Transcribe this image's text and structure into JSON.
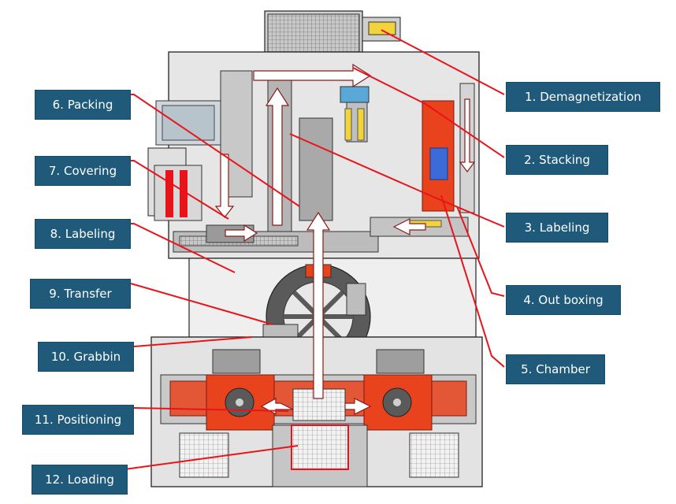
{
  "labels": {
    "demagnetization": "1.  Demagnetization",
    "stacking": "2.  Stacking",
    "labeling_right": "3.  Labeling",
    "out_boxing": "4.  Out boxing",
    "chamber": "5.  Chamber",
    "packing": "6.  Packing",
    "covering": "7.  Covering",
    "labeling_left": "8.  Labeling",
    "transfer": "9.  Transfer",
    "grabbin": "10.  Grabbin",
    "positioning": "11.  Positioning",
    "loading": "12.  Loading"
  },
  "colors": {
    "label_bg": "#1f5a7a",
    "leader_line": "#e8141b",
    "station_red": "#e8431c",
    "turntable": "#5a5a5a",
    "machine_body": "#dcdcdc",
    "flow_arrow": "#ffffff"
  }
}
